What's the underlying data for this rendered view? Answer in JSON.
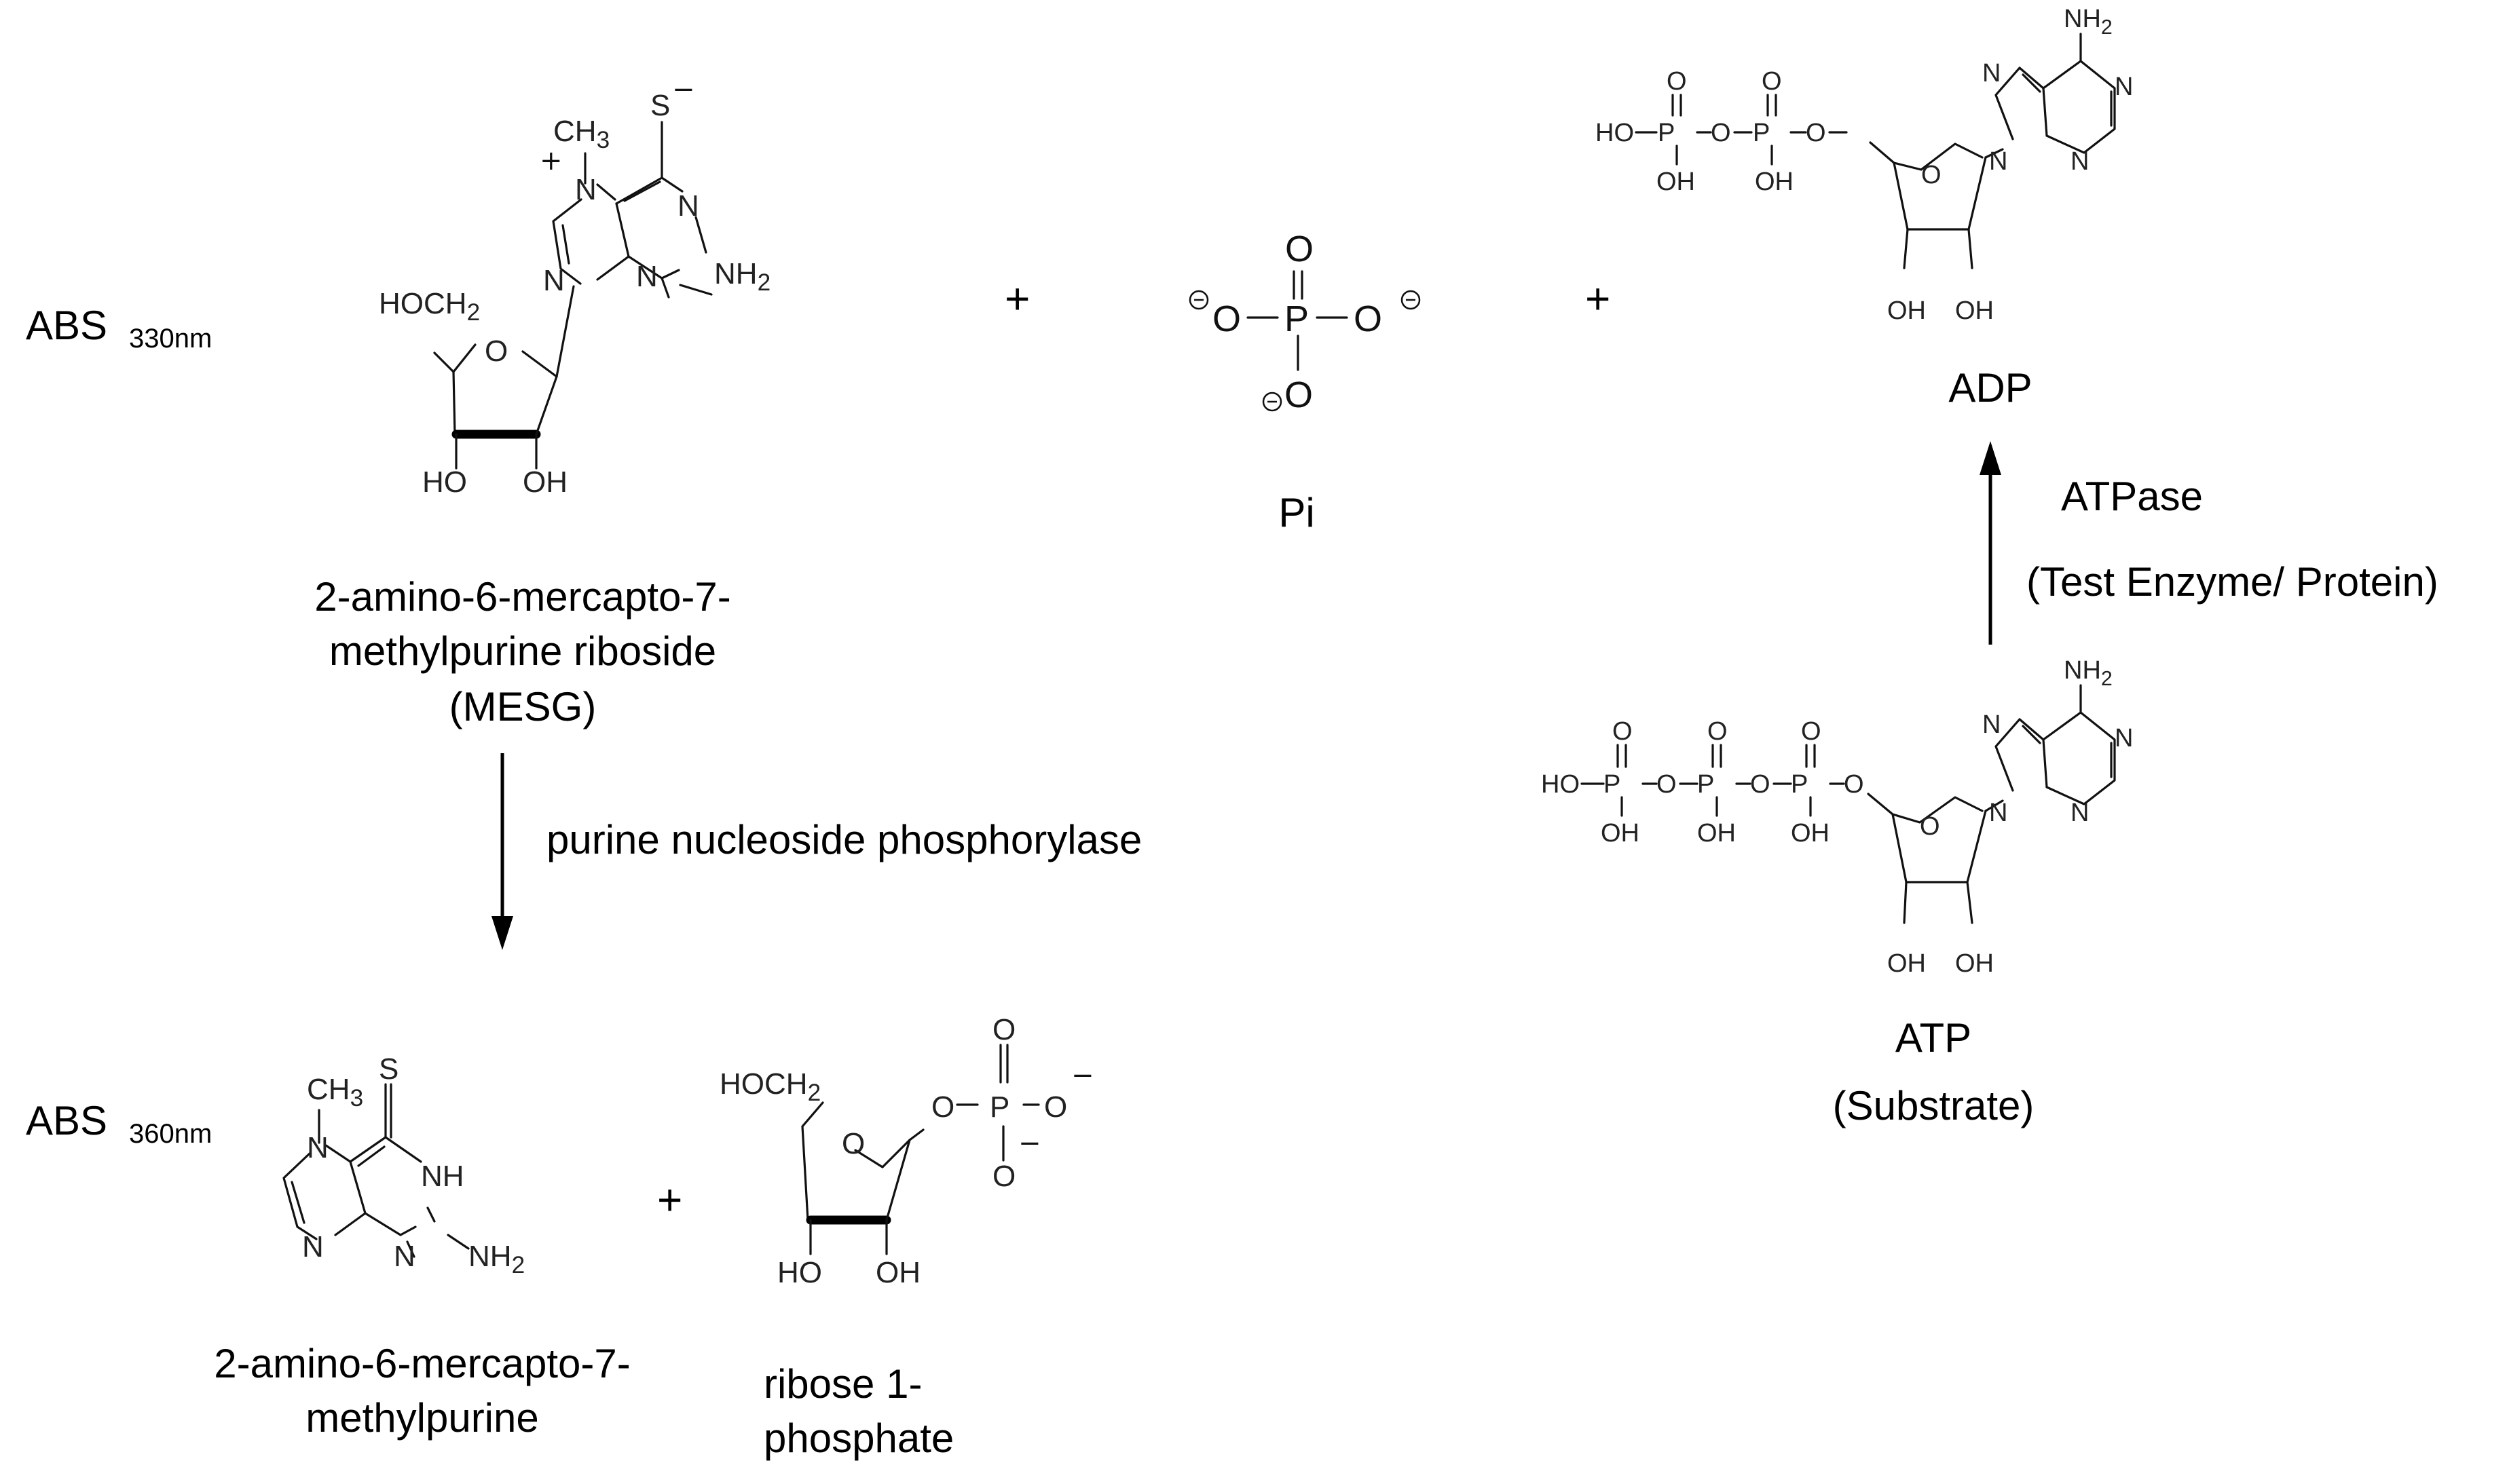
{
  "abs_330": {
    "prefix": "ABS",
    "wavelength": "330nm"
  },
  "abs_360": {
    "prefix": "ABS",
    "wavelength": "360nm"
  },
  "mesg": {
    "name_lines": [
      "2-amino-6-mercapto-7-",
      "methylpurine riboside",
      "(MESG)"
    ]
  },
  "enzyme_pnp": {
    "label": "purine nucleoside phosphorylase"
  },
  "product_purine": {
    "name_lines": [
      "2-amino-6-mercapto-7-",
      "methylpurine"
    ]
  },
  "ribose_phosphate": {
    "name_lines": [
      "ribose 1-",
      "phosphate"
    ]
  },
  "pi": {
    "label": "Pi"
  },
  "adp": {
    "label": "ADP"
  },
  "atp": {
    "label": "ATP",
    "sublabel": "(Substrate)"
  },
  "atpase": {
    "label": "ATPase",
    "sublabel": "(Test Enzyme/ Protein)"
  },
  "plus_sign": "+",
  "atoms": {
    "O": "O",
    "P": "P",
    "N": "N",
    "S": "S",
    "OH": "OH",
    "HO": "HO",
    "NH2": "NH2",
    "NH": "NH",
    "CH3": "CH3",
    "HOCH2": "HOCH2",
    "minus": "−",
    "plus": "+"
  }
}
